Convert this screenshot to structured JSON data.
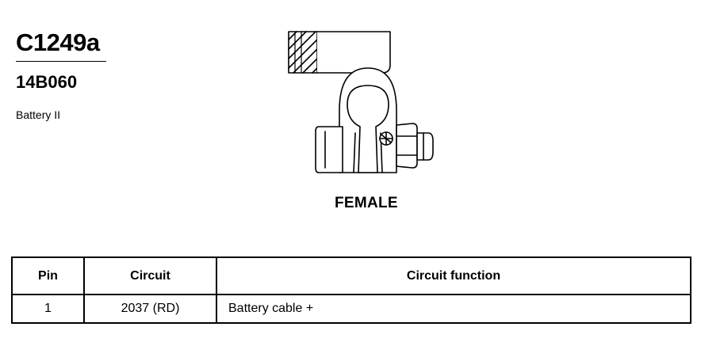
{
  "connector": {
    "id": "C1249a",
    "part_number": "14B060",
    "description": "Battery II",
    "view_label": "FEMALE"
  },
  "table": {
    "headers": [
      "Pin",
      "Circuit",
      "Circuit function"
    ],
    "rows": [
      {
        "pin": "1",
        "circuit": "2037 (RD)",
        "function": "Battery cable +"
      }
    ]
  }
}
